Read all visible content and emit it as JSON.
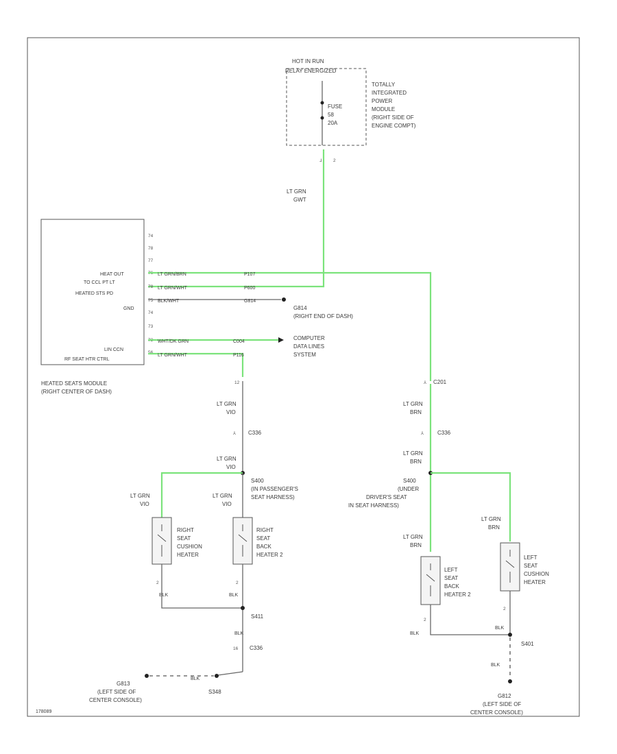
{
  "hot_in_run": "HOT IN RUN",
  "relay_label": "RELAY ENERGIZED",
  "tipm_desc": [
    "TOTALLY",
    "INTEGRATED",
    "POWER",
    "MODULE",
    "(RIGHT SIDE OF",
    "ENGINE COMPT)"
  ],
  "fuse": [
    "FUSE",
    "58",
    "20A"
  ],
  "tipm_pin": "2",
  "wire_feed": [
    "LT GRN",
    "GWT"
  ],
  "module_pins": [
    "74",
    "78",
    "77",
    "76",
    "78",
    "75",
    "74",
    "73",
    "72",
    "56"
  ],
  "module_labels": [
    "HEAT OUT",
    "TO CCL PT LT",
    "HEATED STS PD",
    "GND",
    "LIN CCN",
    "RF SEAT HTR CTRL"
  ],
  "module_wires": [
    "LT GRN/BRN",
    "LT GRN/WHT",
    "BLK/WHT",
    "WHT/DK GRN",
    "LT GRN/WHT"
  ],
  "module_splices": [
    "P107",
    "P600",
    "G814",
    "C004",
    "P116"
  ],
  "g814_ref": [
    "G814",
    "(RIGHT END OF DASH)"
  ],
  "comp_ref": [
    "COMPUTER",
    "DATA LINES",
    "SYSTEM"
  ],
  "module_name": [
    "HEATED SEATS MODULE",
    "(RIGHT CENTER OF DASH)"
  ],
  "right_branch": {
    "conn_pin": "12",
    "wire1": [
      "LT GRN",
      "VIO"
    ],
    "c_label": "C336",
    "wire2": [
      "LT GRN",
      "VIO"
    ],
    "splice": [
      "S400",
      "(IN PASSENGER'S",
      "SEAT HARNESS)"
    ],
    "wire_left": [
      "LT GRN",
      "VIO"
    ],
    "wire_right": [
      "LT GRN",
      "VIO"
    ],
    "cushion": [
      "RIGHT",
      "SEAT",
      "CUSHION",
      "HEATER"
    ],
    "back": [
      "RIGHT",
      "SEAT",
      "BACK",
      "HEATER 2"
    ],
    "gnd_pin_l": "2",
    "gnd_pin_r": "2",
    "gnd_wire": "BLK",
    "s411": "S411",
    "blk": "BLK",
    "c_lower": "C336",
    "c_lower_pin": "16",
    "blk_dash": "BLK",
    "s348": "S348",
    "g_ref": [
      "G813",
      "(LEFT SIDE OF",
      "CENTER CONSOLE)"
    ]
  },
  "left_branch": {
    "c_label": "C201",
    "wire1": [
      "LT GRN",
      "BRN"
    ],
    "c336": "C336",
    "wire2": [
      "LT GRN",
      "BRN"
    ],
    "splice": [
      "S400",
      "(UNDER",
      "DRIVER'S SEAT",
      "IN SEAT HARNESS)"
    ],
    "wire_back": [
      "LT GRN",
      "BRN"
    ],
    "wire_cushion": [
      "LT GRN",
      "BRN"
    ],
    "back": [
      "LEFT",
      "SEAT",
      "BACK",
      "HEATER 2"
    ],
    "cushion": [
      "LEFT",
      "SEAT",
      "CUSHION",
      "HEATER"
    ],
    "gnd_pin_l": "2",
    "gnd_pin_r": "2",
    "blk_l": "BLK",
    "blk_r": "BLK",
    "s401": "S401",
    "blk_down": "BLK",
    "g_ref": [
      "G812",
      "(LEFT SIDE OF",
      "CENTER CONSOLE)"
    ]
  },
  "footer_code": "178089"
}
